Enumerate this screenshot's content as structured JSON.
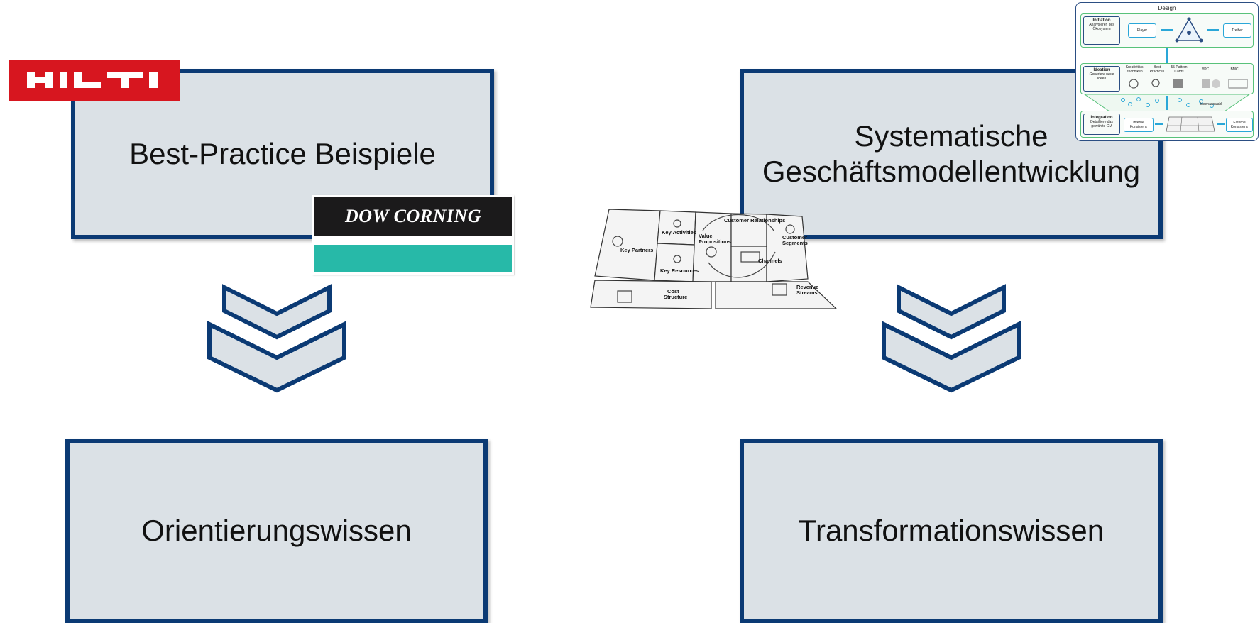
{
  "boxes": {
    "top_left": "Best-Practice Beispiele",
    "top_right_line1": "Systematische",
    "top_right_line2": "Geschäftsmodellentwicklung",
    "bottom_left": "Orientierungswissen",
    "bottom_right": "Transformationswissen"
  },
  "logos": {
    "dow_corning": "DOW CORNING",
    "hilti_color": "#d7161f",
    "dow_corning_teal": "#27b9a8"
  },
  "canvas": {
    "key_partners": "Key Partners",
    "key_activities": "Key Activities",
    "key_resources": "Key Resources",
    "value_propositions_1": "Value",
    "value_propositions_2": "Propositions",
    "customer_relationships": "Customer Relationships",
    "channels": "Channels",
    "customer_segments_1": "Customer",
    "customer_segments_2": "Segments",
    "cost_structure_1": "Cost",
    "cost_structure_2": "Structure",
    "revenue_streams_1": "Revenue",
    "revenue_streams_2": "Streams"
  },
  "design_panel": {
    "title": "Design",
    "initiation": {
      "label": "Initiation",
      "sub": "Analysieren des Ökosystem",
      "left": "Player",
      "right": "Treiber"
    },
    "ideation": {
      "label": "Ideation",
      "sub": "Generiere neue Ideen",
      "items": [
        "Kreativitäts-techniken",
        "Best Practices",
        "55 Pattern Cards",
        "VPC",
        "BMC"
      ],
      "select": "Ideenauswahl"
    },
    "integration": {
      "label": "Integration",
      "sub": "Detailliere das gewählte GM",
      "left": "Interne Konsistenz",
      "right": "Externe Konsistenz"
    }
  },
  "colors": {
    "box_fill": "#dbe1e6",
    "box_border": "#0b3a74"
  }
}
